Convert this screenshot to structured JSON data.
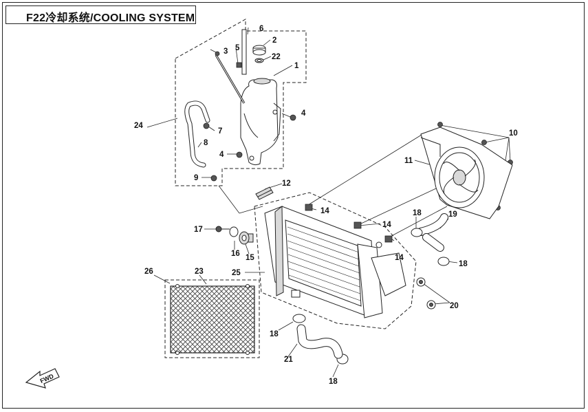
{
  "title": "F22冷却系统/COOLING SYSTEM",
  "callouts": {
    "c1": "1",
    "c2": "2",
    "c3": "3",
    "c4a": "4",
    "c4b": "4",
    "c5": "5",
    "c6": "6",
    "c7": "7",
    "c8": "8",
    "c9": "9",
    "c10": "10",
    "c11": "11",
    "c12": "12",
    "c14a": "14",
    "c14b": "14",
    "c14c": "14",
    "c15": "15",
    "c16": "16",
    "c17": "17",
    "c18a": "18",
    "c18b": "18",
    "c18c": "18",
    "c18d": "18",
    "c19": "19",
    "c20": "20",
    "c21": "21",
    "c22": "22",
    "c23": "23",
    "c24": "24",
    "c25": "25",
    "c26": "26"
  },
  "fwd_label": "FWD",
  "colors": {
    "line": "#222222",
    "background": "#ffffff",
    "fill_gray": "#d9d9d9",
    "fill_dark": "#555555"
  }
}
